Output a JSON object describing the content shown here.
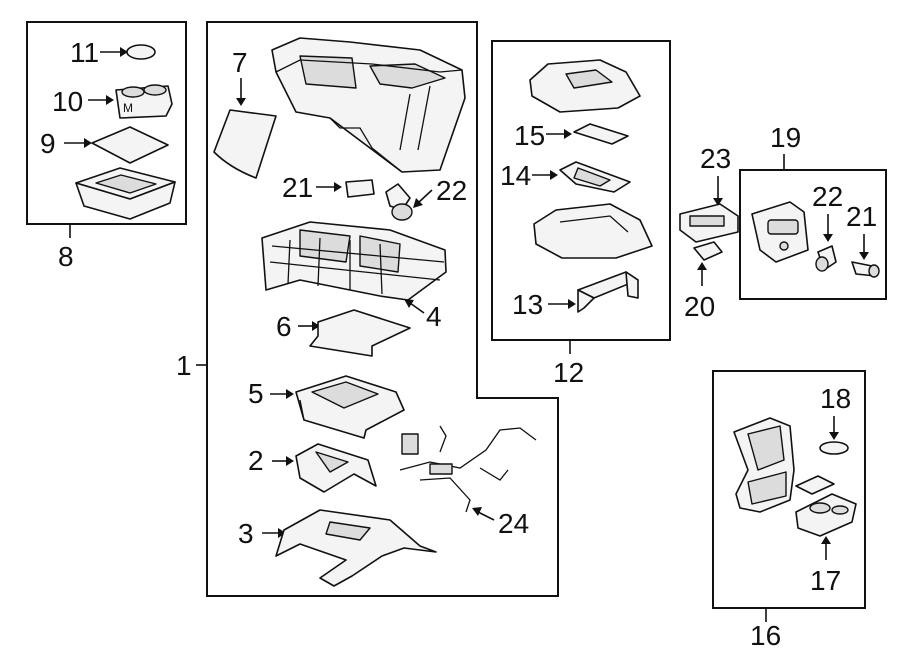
{
  "callouts": {
    "c1": "1",
    "c2": "2",
    "c3": "3",
    "c4": "4",
    "c5": "5",
    "c6": "6",
    "c7": "7",
    "c8": "8",
    "c9": "9",
    "c10": "10",
    "c11": "11",
    "c12": "12",
    "c13": "13",
    "c14": "14",
    "c15": "15",
    "c16": "16",
    "c17": "17",
    "c18": "18",
    "c19": "19",
    "c20": "20",
    "c21a": "21",
    "c21b": "21",
    "c22a": "22",
    "c22b": "22",
    "c23": "23",
    "c24": "24"
  },
  "insert_mark": "M"
}
